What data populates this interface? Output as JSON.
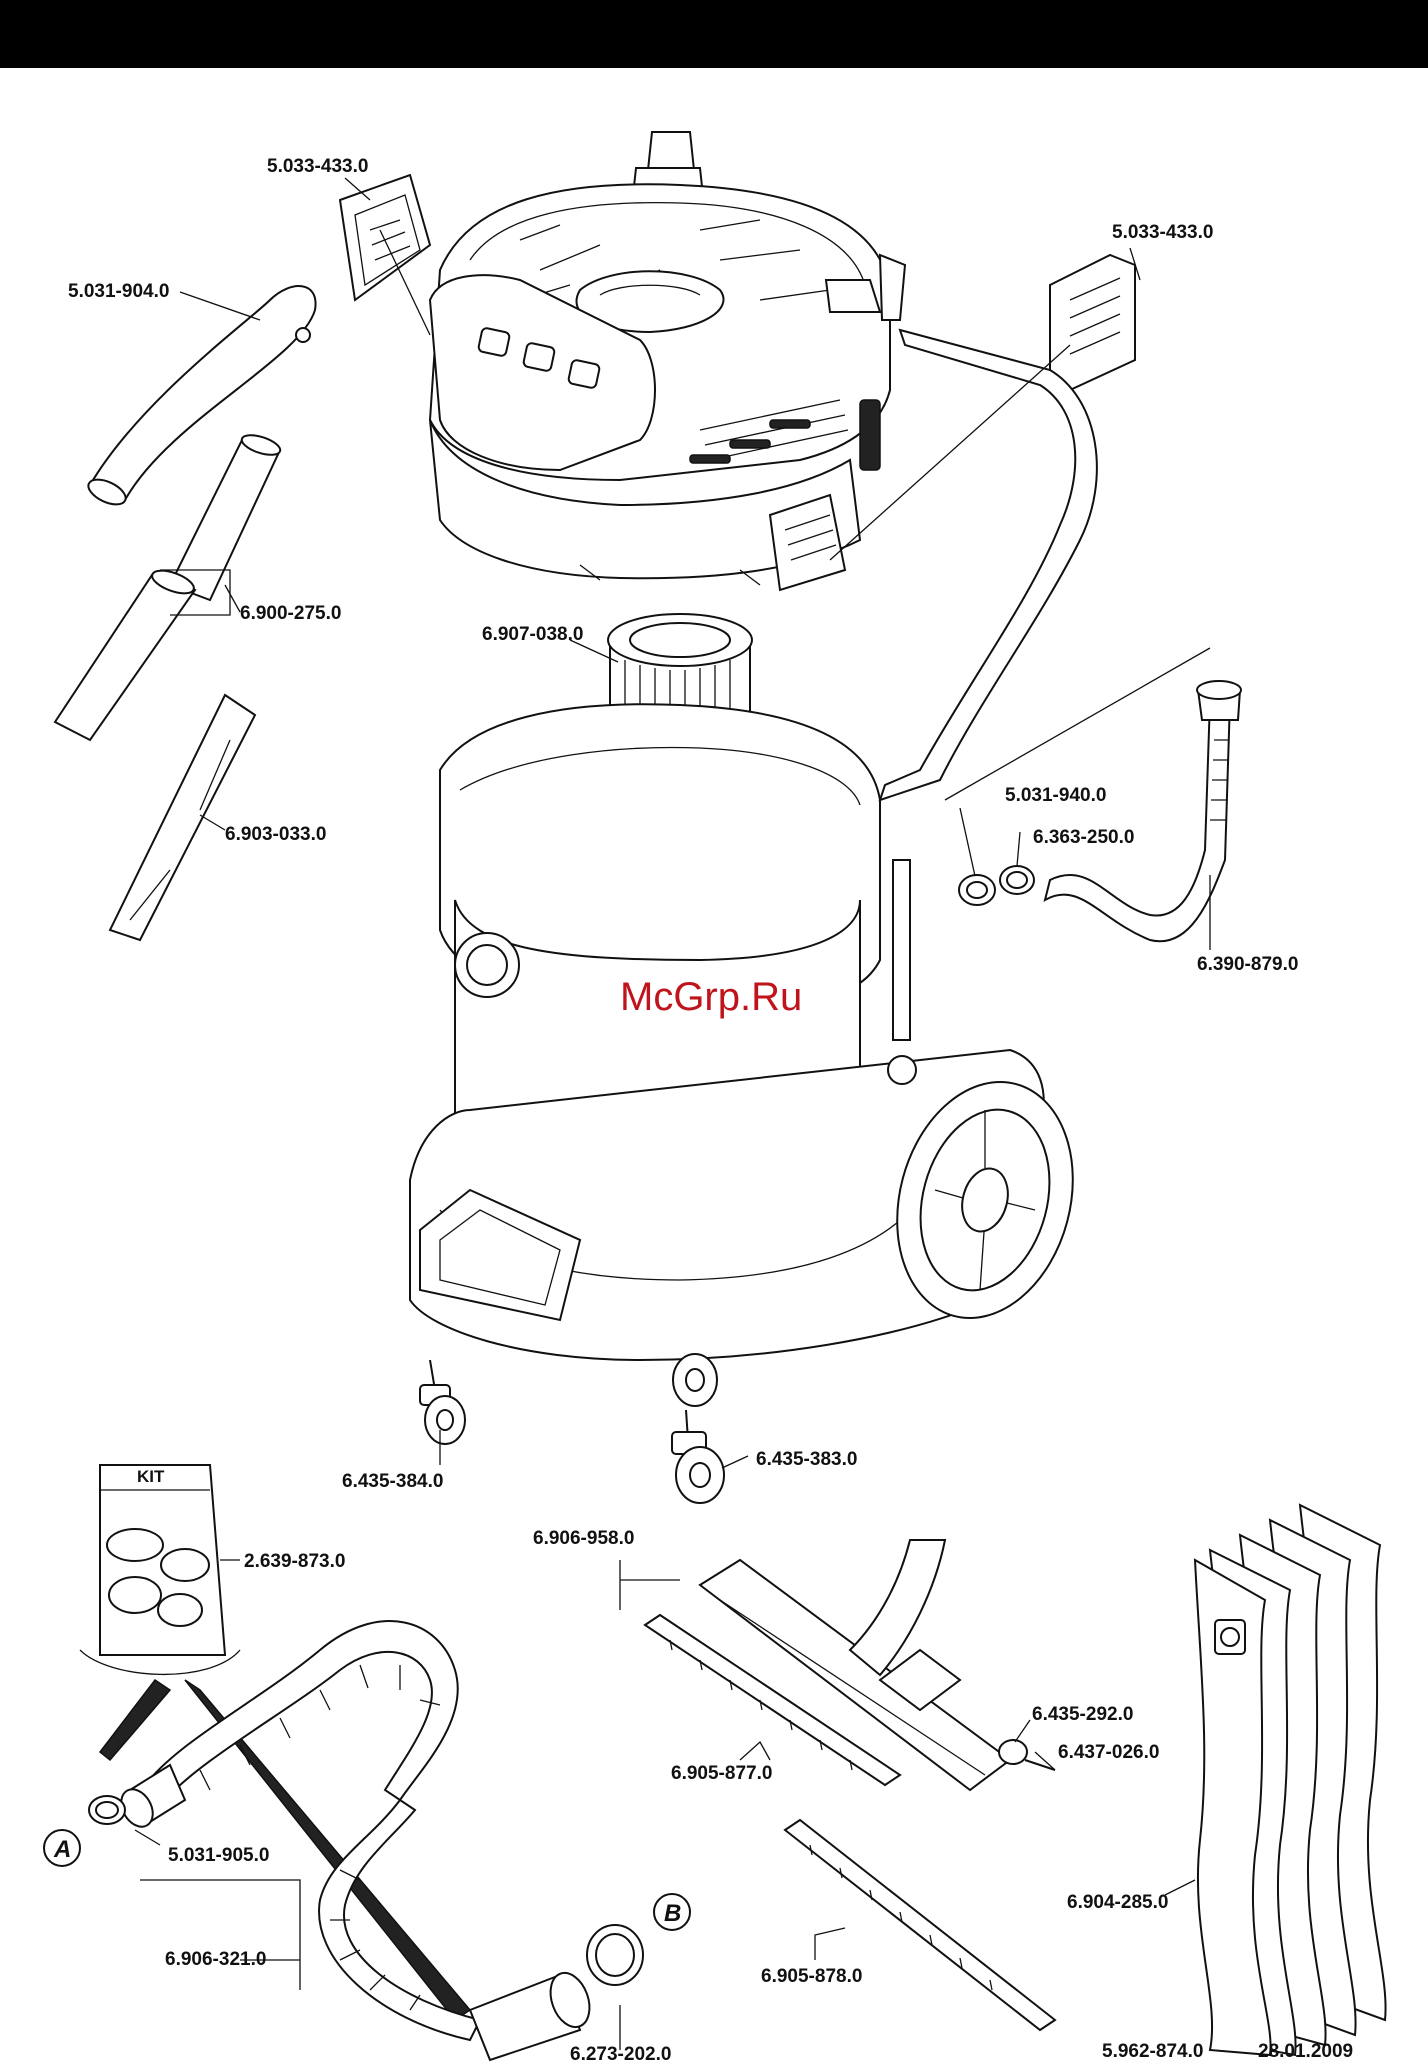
{
  "parts": [
    {
      "id": "p1",
      "label": "5.033-433.0"
    },
    {
      "id": "p2",
      "label": "5.031-904.0"
    },
    {
      "id": "p3",
      "label": "5.033-433.0"
    },
    {
      "id": "p4",
      "label": "6.900-275.0"
    },
    {
      "id": "p5",
      "label": "6.907-038.0"
    },
    {
      "id": "p6",
      "label": "6.903-033.0"
    },
    {
      "id": "p7",
      "label": "5.031-940.0"
    },
    {
      "id": "p8",
      "label": "6.363-250.0"
    },
    {
      "id": "p9",
      "label": "6.390-879.0"
    },
    {
      "id": "p10",
      "label": "6.435-384.0"
    },
    {
      "id": "p11",
      "label": "6.435-383.0"
    },
    {
      "id": "p12",
      "label": "2.639-873.0"
    },
    {
      "id": "p13",
      "label": "6.906-958.0"
    },
    {
      "id": "p14",
      "label": "6.435-292.0"
    },
    {
      "id": "p15",
      "label": "6.437-026.0"
    },
    {
      "id": "p16",
      "label": "6.905-877.0"
    },
    {
      "id": "p17",
      "label": "5.031-905.0"
    },
    {
      "id": "p18",
      "label": "6.904-285.0"
    },
    {
      "id": "p19",
      "label": "6.906-321.0"
    },
    {
      "id": "p20",
      "label": "6.905-878.0"
    },
    {
      "id": "p21",
      "label": "6.273-202.0"
    }
  ],
  "kit_label": "KIT",
  "callouts": {
    "a": "A",
    "b": "B"
  },
  "watermark": "McGrp.Ru",
  "footer": {
    "doc_number": "5.962-874.0",
    "date": "28.01.2009"
  }
}
